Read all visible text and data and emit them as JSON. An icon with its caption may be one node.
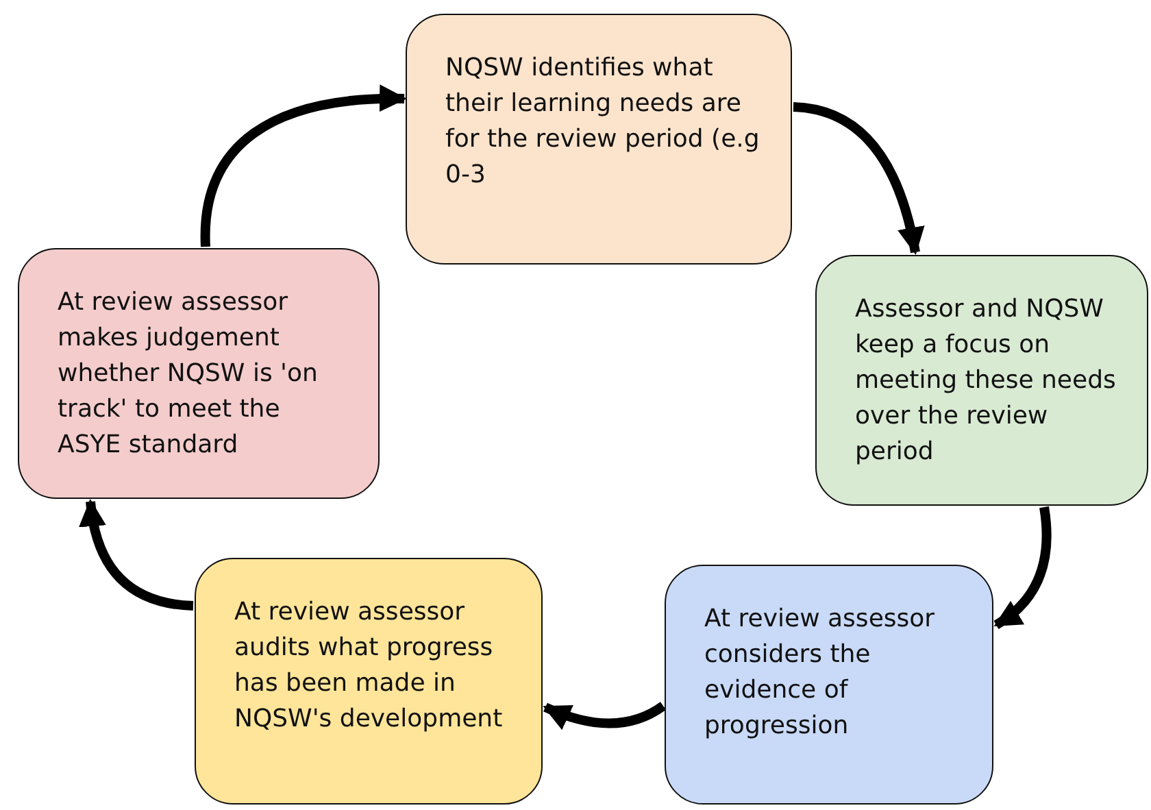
{
  "diagram": {
    "nodes": [
      {
        "text": [
          "NQSW identifies what their learning needs are for the review period (e.g 0-3"
        ]
      },
      {
        "text": [
          "Assessor and NQSW keep a focus on meeting these needs over the review period"
        ]
      },
      {
        "text": [
          "At review assessor considers the evidence of progression"
        ]
      },
      {
        "text": [
          "At review assessor audits what progress has been made in NQSW's development"
        ]
      },
      {
        "text": [
          "At review assessor makes judgement whether NQSW is 'on track' to meet the ASYE standard"
        ]
      }
    ],
    "edges": [
      {
        "from": 0,
        "to": 1,
        "arrow": "to"
      },
      {
        "from": 1,
        "to": 2,
        "arrow": "to"
      },
      {
        "from": 2,
        "to": 3,
        "arrow": "to"
      },
      {
        "from": 3,
        "to": 4,
        "arrow": "to"
      },
      {
        "from": 4,
        "to": 0,
        "arrow": "to"
      }
    ]
  }
}
